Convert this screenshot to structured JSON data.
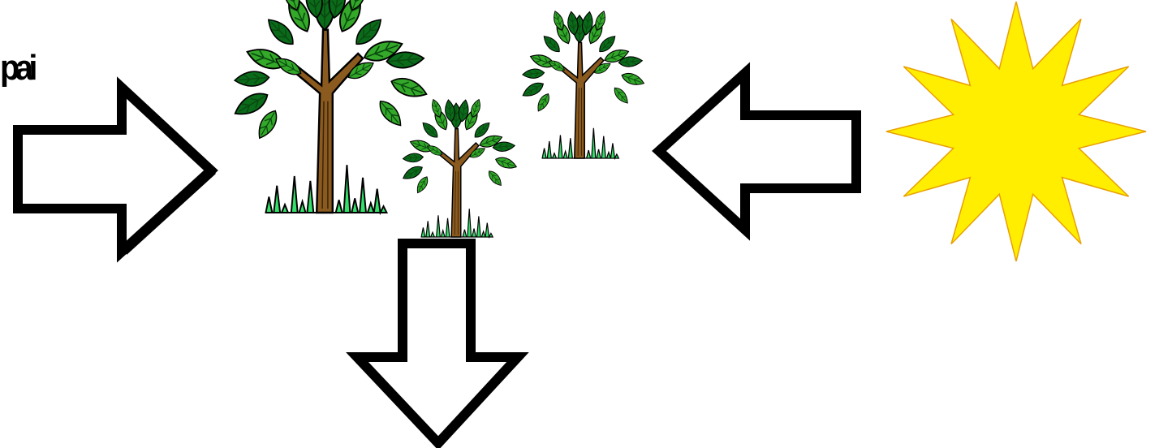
{
  "label_fragment": "pai",
  "colors": {
    "arrow_fill": "#ffffff",
    "arrow_stroke": "#000000",
    "trunk": "#8b5a1f",
    "trunk_stroke": "#000000",
    "leaf_fill": "#33a829",
    "leaf_dark": "#0a6b1a",
    "grass": "#33e06a",
    "sun_fill": "#ffee00",
    "sun_stroke": "#e8a000"
  },
  "icons": [
    "right-arrow",
    "tree",
    "small-tree",
    "small-tree",
    "left-arrow",
    "sun",
    "down-arrow"
  ]
}
